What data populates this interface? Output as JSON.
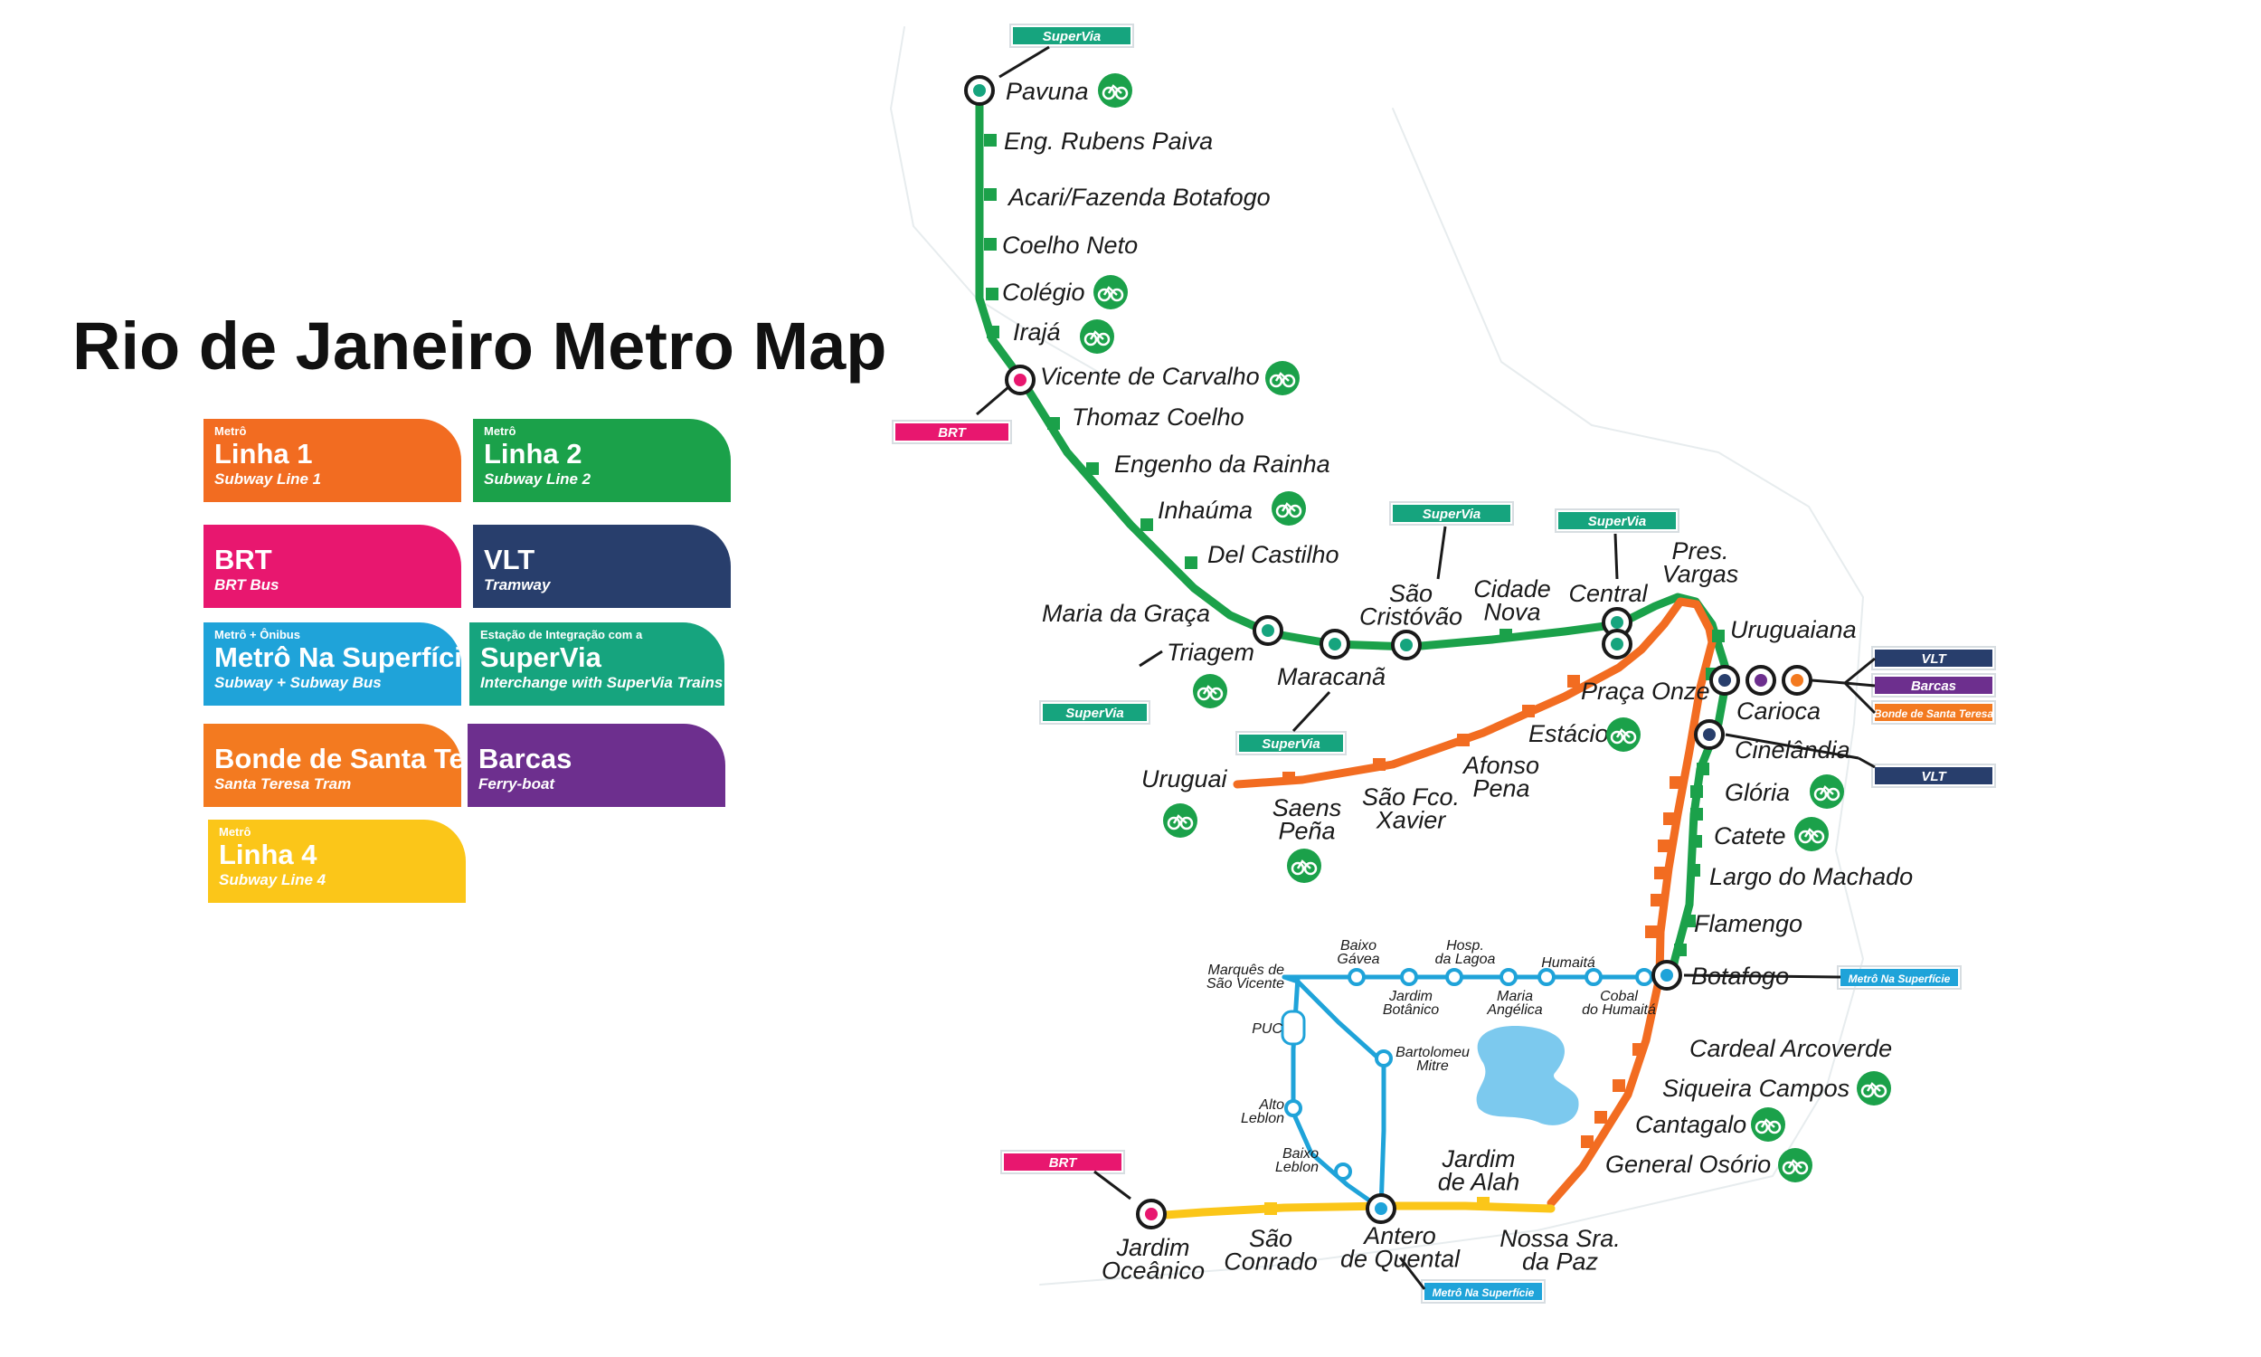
{
  "title": "Rio de Janeiro Metro Map",
  "colors": {
    "line1": "#F26C21",
    "line2": "#1BA14A",
    "brt": "#E8176F",
    "vlt": "#283E6C",
    "surface": "#1FA3D9",
    "supervia": "#16A47E",
    "bonde": "#F37A20",
    "barcas": "#6D2F8E",
    "line4": "#FBC619",
    "bike": "#1BA14A",
    "lake": "#7CC9EE"
  },
  "legend": [
    {
      "key": "line1",
      "sup": "Metrô",
      "main": "Linha 1",
      "sub": "Subway Line 1"
    },
    {
      "key": "line2",
      "sup": "Metrô",
      "main": "Linha 2",
      "sub": "Subway Line 2"
    },
    {
      "key": "brt",
      "sup": "",
      "main": "BRT",
      "sub": "BRT Bus"
    },
    {
      "key": "vlt",
      "sup": "",
      "main": "VLT",
      "sub": "Tramway"
    },
    {
      "key": "surface",
      "sup": "Metrô + Ônibus",
      "main": "Metrô Na Superfície",
      "sub": "Subway + Subway Bus"
    },
    {
      "key": "supervia",
      "sup": "Estação de Integração com a",
      "main": "SuperVia",
      "sub": "Interchange with SuperVia Trains"
    },
    {
      "key": "bonde",
      "sup": "",
      "main": "Bonde de Santa Teresa",
      "sub": "Santa Teresa Tram"
    },
    {
      "key": "barcas",
      "sup": "",
      "main": "Barcas",
      "sub": "Ferry-boat"
    },
    {
      "key": "line4",
      "sup": "Metrô",
      "main": "Linha 4",
      "sub": "Subway Line 4"
    }
  ],
  "connection_tags": [
    {
      "text": "SuperVia",
      "key": "supervia"
    },
    {
      "text": "BRT",
      "key": "brt"
    },
    {
      "text": "SuperVia",
      "key": "supervia"
    },
    {
      "text": "SuperVia",
      "key": "supervia"
    },
    {
      "text": "SuperVia",
      "key": "supervia"
    },
    {
      "text": "SuperVia",
      "key": "supervia"
    },
    {
      "text": "VLT",
      "key": "vlt"
    },
    {
      "text": "Barcas",
      "key": "barcas"
    },
    {
      "text": "Bonde de Santa Teresa",
      "key": "bonde"
    },
    {
      "text": "VLT",
      "key": "vlt"
    },
    {
      "text": "Metrô Na Superfície",
      "key": "surface"
    },
    {
      "text": "BRT",
      "key": "brt"
    },
    {
      "text": "Metrô Na Superfície",
      "key": "surface"
    }
  ],
  "lines": {
    "line2_stations": [
      "Pavuna",
      "Eng. Rubens Paiva",
      "Acari/Fazenda Botafogo",
      "Coelho Neto",
      "Colégio",
      "Irajá",
      "Vicente de Carvalho",
      "Thomaz Coelho",
      "Engenho da Rainha",
      "Inhaúma",
      "Del Castilho",
      "Maria da Graça",
      "Triagem",
      "Maracanã",
      "São Cristóvão",
      "Cidade Nova",
      "Central"
    ],
    "line1_stations": [
      "Uruguai",
      "Saens Peña",
      "São Fco. Xavier",
      "Afonso Pena",
      "Estácio",
      "Praça Onze",
      "Central",
      "Pres. Vargas",
      "Uruguaiana",
      "Carioca",
      "Cinelândia",
      "Glória",
      "Catete",
      "Largo do Machado",
      "Flamengo",
      "Botafogo",
      "Cardeal Arcoverde",
      "Siqueira Campos",
      "Cantagalo",
      "General Osório"
    ],
    "line4_stations": [
      "Jardim Oceânico",
      "São Conrado",
      "Antero de Quental",
      "Jardim de Alah",
      "Nossa Sra. da Paz"
    ],
    "surface_stations": [
      "Humaitá",
      "Cobal do Humaitá",
      "Maria Angélica",
      "Hosp. da Lagoa",
      "Jardim Botânico",
      "Baixo Gávea",
      "Marquês de São Vicente",
      "PUC",
      "Alto Leblon",
      "Baixo Leblon",
      "Bartolomeu Mitre"
    ]
  },
  "stations": [
    {
      "name": "Pavuna",
      "bike": true
    },
    {
      "name": "Eng. Rubens Paiva",
      "bike": false
    },
    {
      "name": "Acari/Fazenda Botafogo",
      "bike": false
    },
    {
      "name": "Coelho Neto",
      "bike": false
    },
    {
      "name": "Colégio",
      "bike": true
    },
    {
      "name": "Irajá",
      "bike": true
    },
    {
      "name": "Vicente de Carvalho",
      "bike": true
    },
    {
      "name": "Thomaz Coelho",
      "bike": false
    },
    {
      "name": "Engenho da Rainha",
      "bike": false
    },
    {
      "name": "Inhaúma",
      "bike": true
    },
    {
      "name": "Del Castilho",
      "bike": false
    },
    {
      "name": "Maria da Graça",
      "bike": false
    },
    {
      "name": "Triagem",
      "bike": true
    },
    {
      "name": "Maracanã",
      "bike": false
    },
    {
      "name": "São Cristóvão",
      "bike": false
    },
    {
      "name": "Cidade Nova",
      "bike": false
    },
    {
      "name": "Central",
      "bike": false
    },
    {
      "name": "Pres. Vargas",
      "bike": false
    },
    {
      "name": "Uruguaiana",
      "bike": false
    },
    {
      "name": "Carioca",
      "bike": false
    },
    {
      "name": "Cinelândia",
      "bike": false
    },
    {
      "name": "Glória",
      "bike": true
    },
    {
      "name": "Catete",
      "bike": true
    },
    {
      "name": "Largo do Machado",
      "bike": false
    },
    {
      "name": "Flamengo",
      "bike": false
    },
    {
      "name": "Botafogo",
      "bike": false
    },
    {
      "name": "Cardeal Arcoverde",
      "bike": false
    },
    {
      "name": "Siqueira Campos",
      "bike": true
    },
    {
      "name": "Cantagalo",
      "bike": true
    },
    {
      "name": "General Osório",
      "bike": true
    },
    {
      "name": "Praça Onze",
      "bike": false
    },
    {
      "name": "Estácio",
      "bike": true
    },
    {
      "name": "Afonso Pena",
      "bike": false
    },
    {
      "name": "São Fco. Xavier",
      "bike": false
    },
    {
      "name": "Saens Peña",
      "bike": true
    },
    {
      "name": "Uruguai",
      "bike": true
    },
    {
      "name": "Jardim Oceânico",
      "bike": false
    },
    {
      "name": "São Conrado",
      "bike": false
    },
    {
      "name": "Antero de Quental",
      "bike": false
    },
    {
      "name": "Jardim de Alah",
      "bike": false
    },
    {
      "name": "Nossa Sra. da Paz",
      "bike": false
    },
    {
      "name": "Humaitá",
      "bike": false
    },
    {
      "name": "Cobal do Humaitá",
      "bike": false
    },
    {
      "name": "Maria Angélica",
      "bike": false
    },
    {
      "name": "Hosp. da Lagoa",
      "bike": false
    },
    {
      "name": "Jardim Botânico",
      "bike": false
    },
    {
      "name": "Baixo Gávea",
      "bike": false
    },
    {
      "name": "Marquês de São Vicente",
      "bike": false
    },
    {
      "name": "PUC",
      "bike": false
    },
    {
      "name": "Alto Leblon",
      "bike": false
    },
    {
      "name": "Baixo Leblon",
      "bike": false
    },
    {
      "name": "Bartolomeu Mitre",
      "bike": false
    }
  ]
}
